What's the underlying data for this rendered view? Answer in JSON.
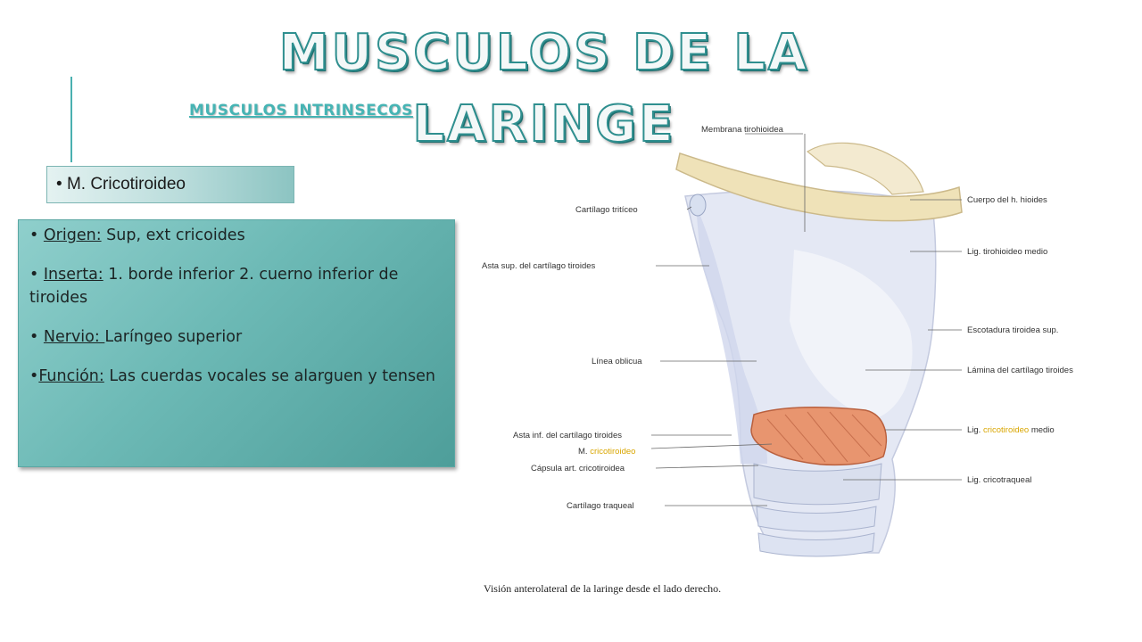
{
  "title": "MUSCULOS DE LA LARINGE",
  "subtitle": "MUSCULOS  INTRINSECOS",
  "muscle": {
    "bullet": "•",
    "name": "M. Cricotiroideo"
  },
  "info": {
    "origen": {
      "label": " Origen:",
      "text": " Sup, ext cricoides"
    },
    "inserta": {
      "label": " Inserta:",
      "text": "  1. borde inferior 2. cuerno inferior de tiroides"
    },
    "nervio": {
      "label": " Nervio: ",
      "text": "Laríngeo superior"
    },
    "funcion": {
      "label": "Función:",
      "text": " Las cuerdas vocales se alarguen y tensen"
    }
  },
  "diagram": {
    "labels_left": {
      "membrana": "Membrana tirohioidea",
      "triticeo": "Cartílago tritíceo",
      "asta_sup": "Asta sup. del cartílago tiroides",
      "linea": "Línea oblicua",
      "asta_inf": "Asta inf. del cartílago tiroides",
      "m_prefix": "M. ",
      "m_hl": "cricotiroideo",
      "capsula": "Cápsula art. cricotiroidea",
      "traqueal": "Cartílago traqueal"
    },
    "labels_right": {
      "cuerpo": "Cuerpo del h. hioides",
      "lig_tiro": "Lig. tirohioideo medio",
      "escotadura": "Escotadura tiroidea sup.",
      "lamina": "Lámina del cartílago tiroides",
      "lig_crico_prefix": "Lig. ",
      "lig_crico_hl": "cricotiroideo",
      "lig_crico_suffix": " medio",
      "cricotraqueal": "Lig. cricotraqueal"
    },
    "caption": "Visión anterolateral de la laringe desde el lado derecho.",
    "colors": {
      "muscle": "#e8956f",
      "cartilage": "#dde3f2",
      "hyoid": "#efe2b8",
      "highlight": "#d9a600"
    }
  }
}
